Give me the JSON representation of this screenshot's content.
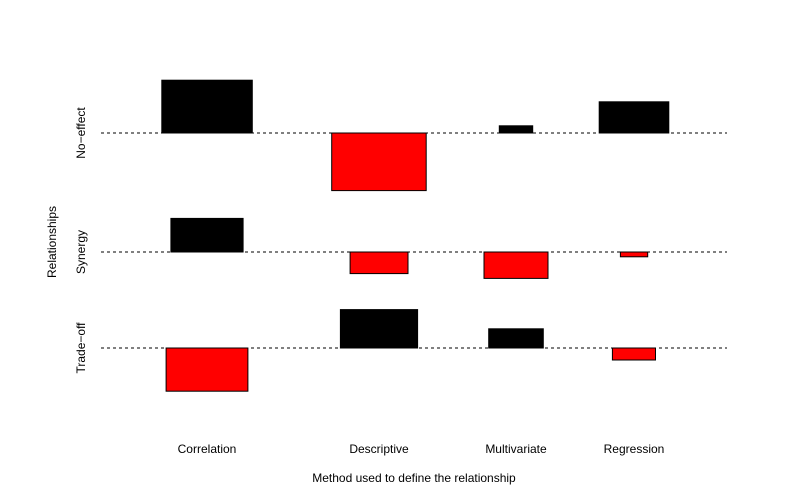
{
  "chart_data": {
    "type": "bar",
    "subtype": "association-plot",
    "xlabel": "Method used to define the relationship",
    "ylabel": "Relationships",
    "columns": [
      "Correlation",
      "Descriptive",
      "Multivariate",
      "Regression"
    ],
    "rows": [
      "No−effect",
      "Synergy",
      "Trade−off"
    ],
    "colors": {
      "positive": "#000000",
      "negative": "#ff0000",
      "baseline": "#000000"
    },
    "grid": false,
    "legend": "none",
    "cells": [
      {
        "row": "No−effect",
        "column": "Correlation",
        "residual": 2.2
      },
      {
        "row": "No−effect",
        "column": "Descriptive",
        "residual": -2.4
      },
      {
        "row": "No−effect",
        "column": "Multivariate",
        "residual": 0.3
      },
      {
        "row": "No−effect",
        "column": "Regression",
        "residual": 1.3
      },
      {
        "row": "Synergy",
        "column": "Correlation",
        "residual": 1.4
      },
      {
        "row": "Synergy",
        "column": "Descriptive",
        "residual": -0.9
      },
      {
        "row": "Synergy",
        "column": "Multivariate",
        "residual": -1.1
      },
      {
        "row": "Synergy",
        "column": "Regression",
        "residual": -0.2
      },
      {
        "row": "Trade−off",
        "column": "Correlation",
        "residual": -1.8
      },
      {
        "row": "Trade−off",
        "column": "Descriptive",
        "residual": 1.6
      },
      {
        "row": "Trade−off",
        "column": "Multivariate",
        "residual": 0.8
      },
      {
        "row": "Trade−off",
        "column": "Regression",
        "residual": -0.5
      }
    ]
  }
}
